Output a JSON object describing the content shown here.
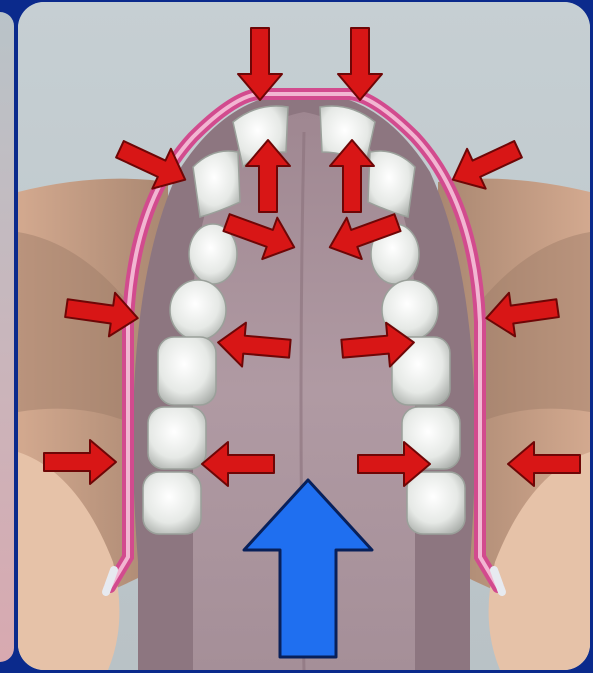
{
  "image": {
    "subject": "dental-arch",
    "colors": {
      "frame": "#0b2a8c",
      "sky": "#c7d0d4",
      "lip": "#c89f87",
      "tongue": "#a98f98",
      "gum_line": "#d24b8e",
      "teeth": "#eef0ee",
      "arrow_red": "#d81616",
      "arrow_blue": "#1f6ff0"
    },
    "arrows": {
      "red_count": 16,
      "blue_count": 1
    }
  }
}
